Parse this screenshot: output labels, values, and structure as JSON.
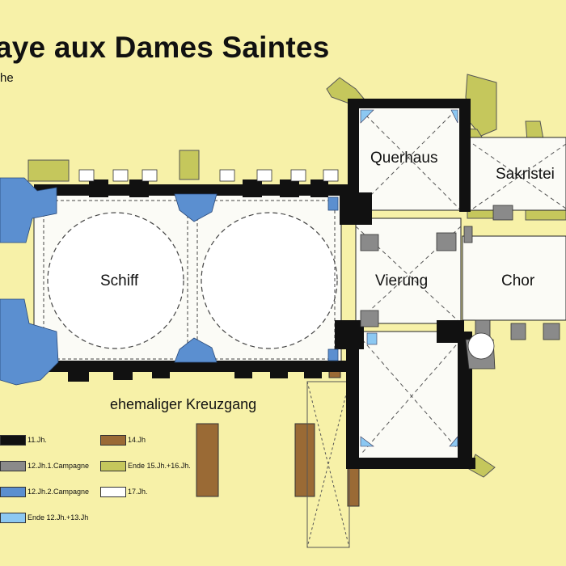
{
  "title": "aye aux Dames Saintes",
  "subtitle": "he",
  "rooms": {
    "schiff": "Schiff",
    "querhaus": "Querhaus",
    "sakristei": "Sakristei",
    "vierung": "Vierung",
    "chor": "Chor",
    "kreuzgang": "ehemaliger Kreuzgang"
  },
  "legend": [
    {
      "label": "11.Jh.",
      "color": "#111111"
    },
    {
      "label": "12.Jh.1.Campagne",
      "color": "#8a8a8a"
    },
    {
      "label": "12.Jh.2.Campagne",
      "color": "#5b8fd0"
    },
    {
      "label": "Ende 12.Jh.+13.Jh",
      "color": "#8cc8f2"
    },
    {
      "label": "14.Jh",
      "color": "#9a6a35"
    },
    {
      "label": "Ende 15.Jh.+16.Jh.",
      "color": "#c5c75c"
    },
    {
      "label": "17.Jh.",
      "color": "#ffffff"
    }
  ]
}
